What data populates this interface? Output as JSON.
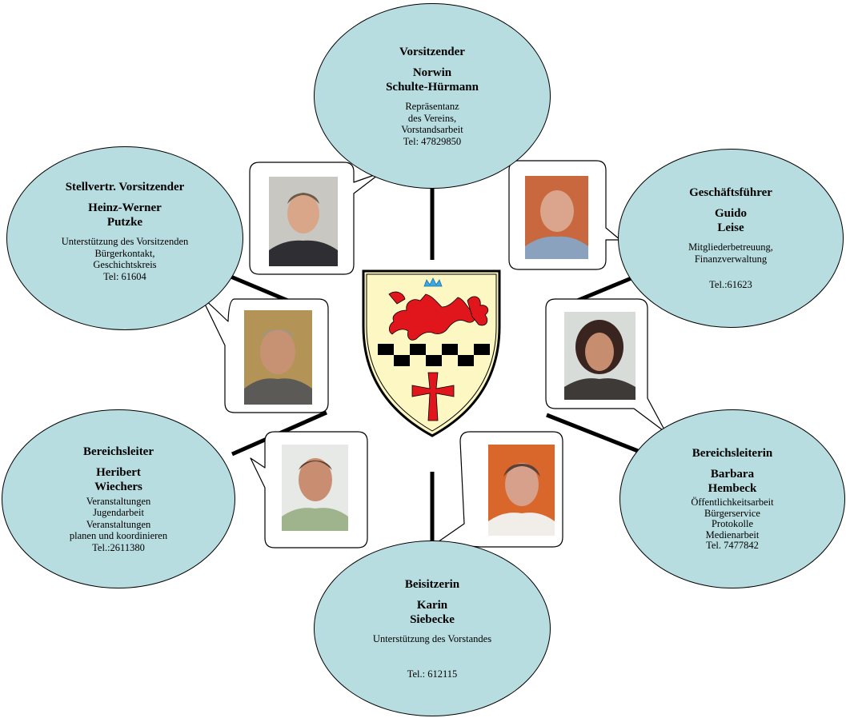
{
  "members": [
    {
      "id": "vorsitzender",
      "role": "Vorsitzender",
      "name": "Norwin\nSchulte-Hürmann",
      "desc": "Repräsentanz\ndes Vereins,\nVorstandsarbeit",
      "tel": "Tel: 47829850"
    },
    {
      "id": "stellvertreter",
      "role": "Stellvertr. Vorsitzender",
      "name": "Heinz-Werner\nPutzke",
      "desc": "Unterstützung des Vorsitzenden\nBürgerkontakt,\nGeschichtskreis",
      "tel": "Tel: 61604"
    },
    {
      "id": "geschaeftsfuehrer",
      "role": "Geschäftsführer",
      "name": "Guido\nLeise",
      "desc": "Mitgliederbetreuung,\nFinanzverwaltung",
      "tel": "Tel.:61623"
    },
    {
      "id": "bereichsleiter",
      "role": "Bereichsleiter",
      "name": "Heribert\nWiechers",
      "desc": "Veranstaltungen\nJugendarbeit\nVeranstaltungen\nplanen und koordinieren",
      "tel": "Tel.:2611380"
    },
    {
      "id": "bereichsleiterin",
      "role": "Bereichsleiterin",
      "name": "Barbara\nHembeck",
      "desc": "Öffentlichkeitsarbeit\nBürgerservice\nProtokolle\nMedienarbeit",
      "tel": "Tel. 7477842"
    },
    {
      "id": "beisitzerin",
      "role": "Beisitzerin",
      "name": "Karin\nSiebecke",
      "desc": "Unterstützung des Vorstandes",
      "tel": "Tel.: 612115"
    }
  ],
  "colors": {
    "oval_fill": "#b7dde0",
    "shield_fill": "#fdf7c3",
    "lion_red": "#e0161c",
    "crown_blue": "#3aa7e6"
  },
  "icons": [
    "coat-of-arms-icon",
    "lion-icon",
    "cross-icon"
  ]
}
